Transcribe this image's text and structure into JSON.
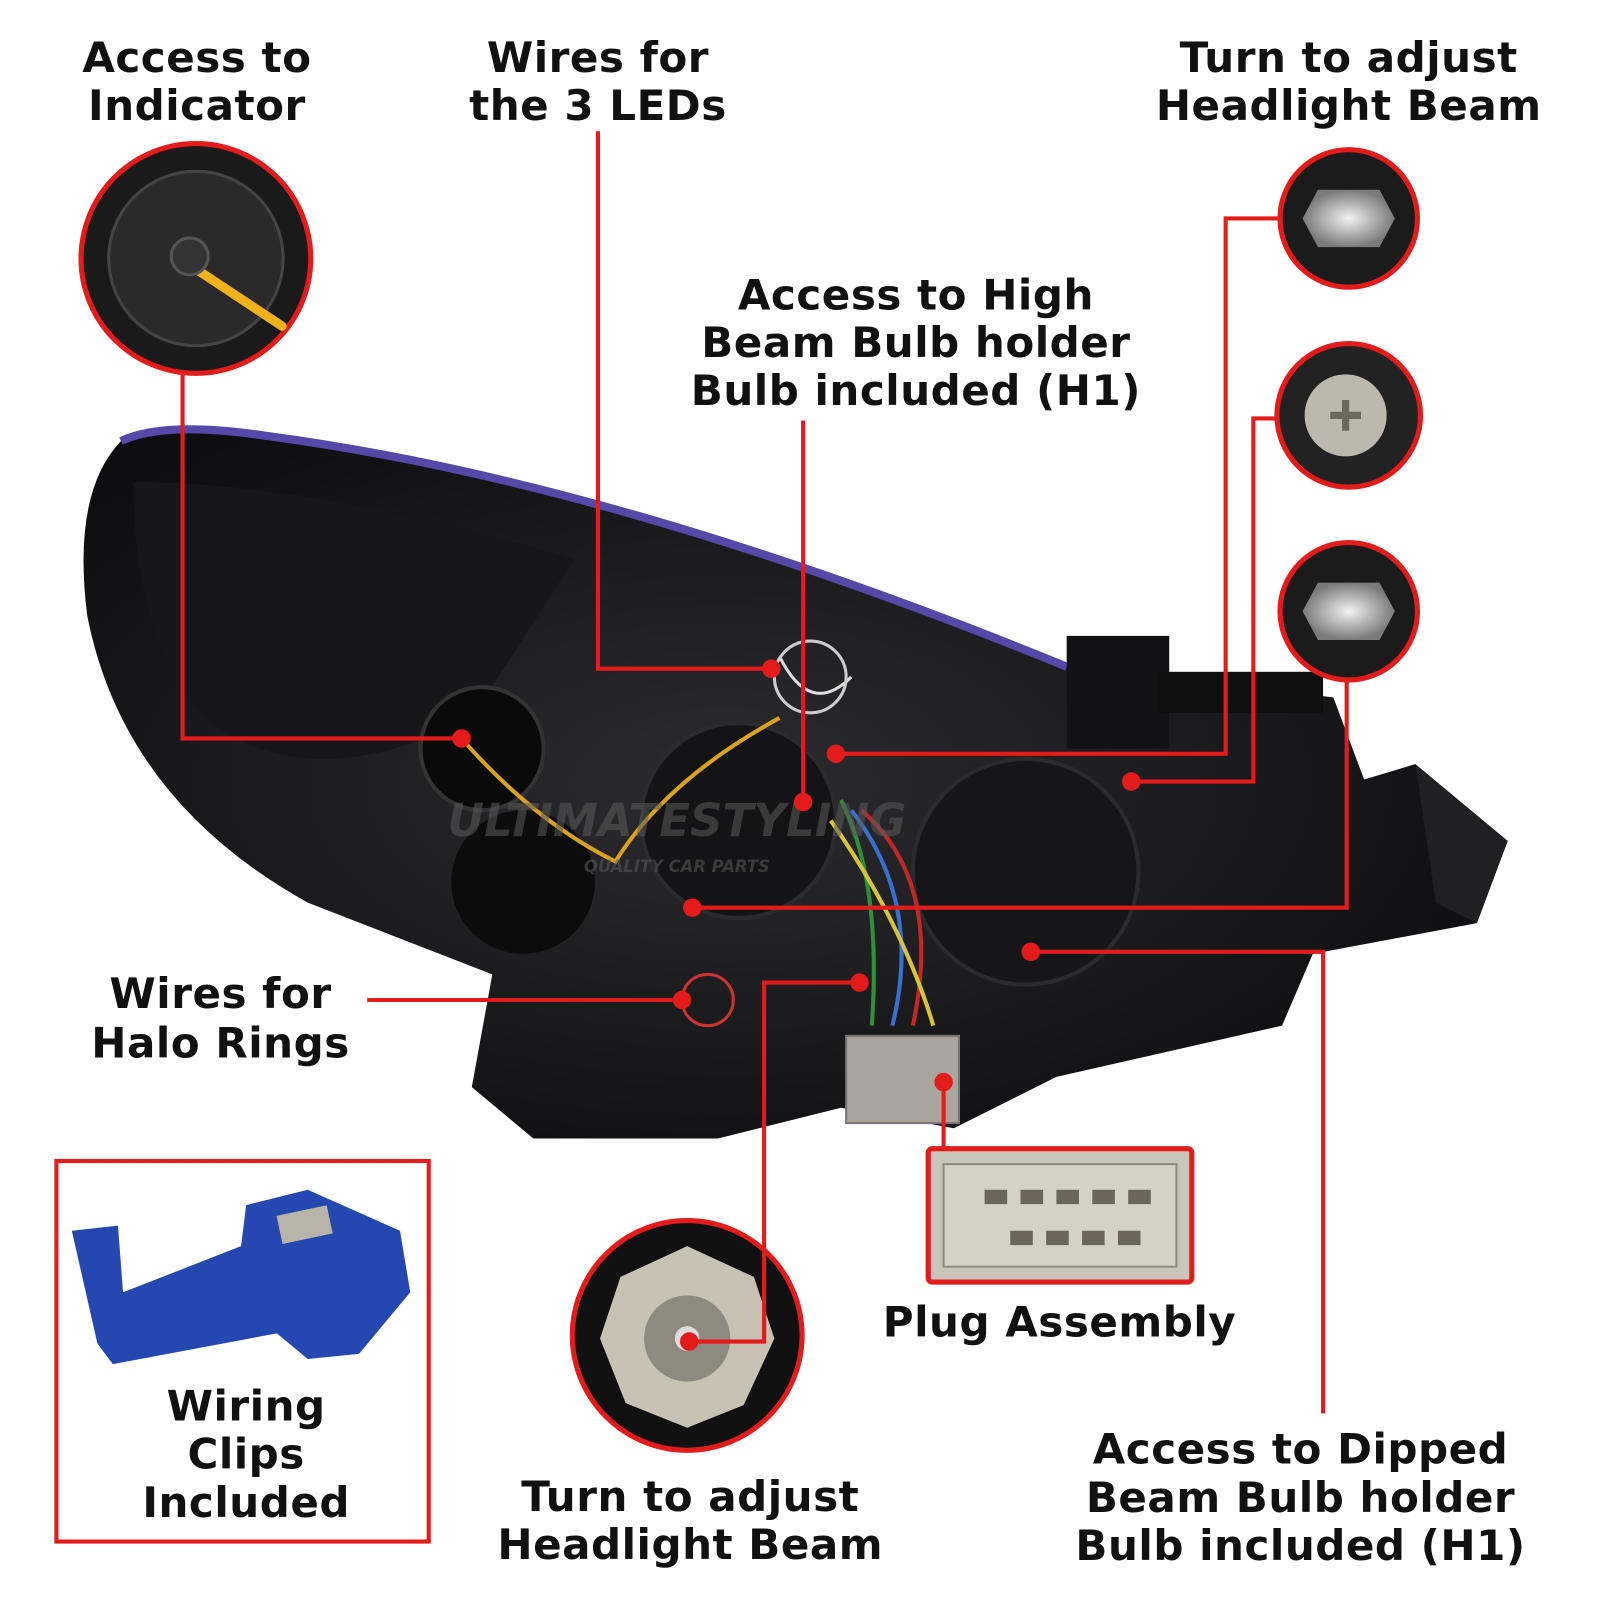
{
  "labels": {
    "indicator": [
      "Access to",
      "Indicator"
    ],
    "leds": [
      "Wires for",
      "the 3 LEDs"
    ],
    "turn_top": [
      "Turn to adjust",
      "Headlight Beam"
    ],
    "high_beam": [
      "Access to High",
      "Beam Bulb holder",
      "Bulb included (H1)"
    ],
    "halo": [
      "Wires for",
      "Halo Rings"
    ],
    "clips": [
      "Wiring",
      "Clips",
      "Included"
    ],
    "plug": "Plug Assembly",
    "turn_bottom": [
      "Turn to adjust",
      "Headlight Beam"
    ],
    "dipped": [
      "Access to Dipped",
      "Beam Bulb holder",
      "Bulb included (H1)"
    ]
  },
  "watermark": {
    "brand": "ULTIMATESTYLING",
    "tagline": "QUALITY CAR PARTS"
  },
  "colors": {
    "accent": "#e31b1b",
    "text": "#111111",
    "housing": "#1c1c1e"
  }
}
